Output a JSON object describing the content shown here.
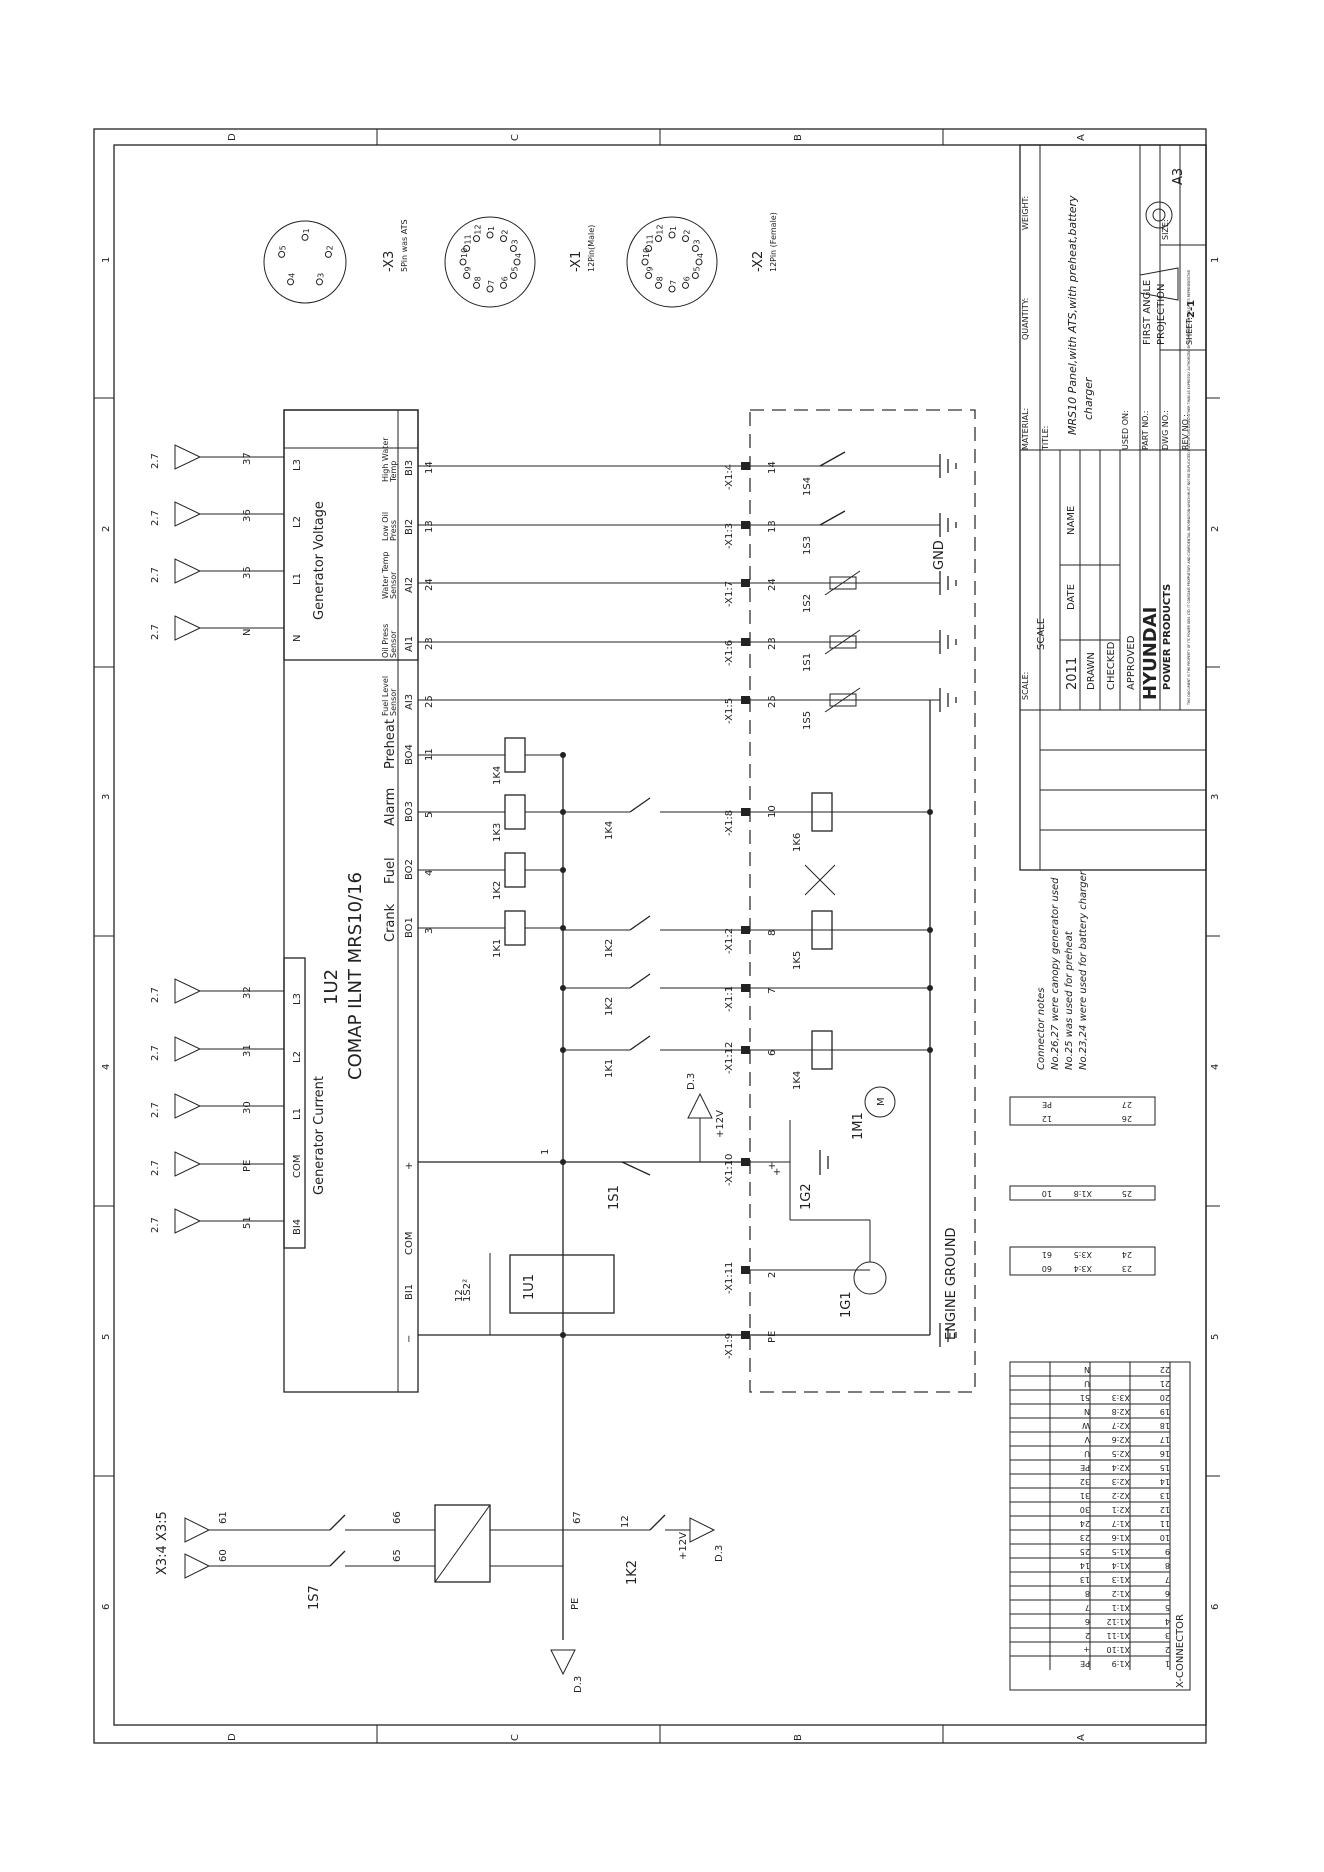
{
  "zones": {
    "rows": [
      "D",
      "C",
      "B",
      "A"
    ],
    "cols": [
      "1",
      "2",
      "3",
      "4",
      "5",
      "6"
    ]
  },
  "connectors": [
    {
      "ref": "-X3",
      "desc": "5Pin was ATS",
      "pins": [
        "1",
        "2",
        "3",
        "4",
        "5"
      ]
    },
    {
      "ref": "-X1",
      "desc": "12Pin(Male)",
      "pins": [
        "1",
        "2",
        "3",
        "4",
        "5",
        "6",
        "7",
        "8",
        "9",
        "10",
        "11",
        "12"
      ]
    },
    {
      "ref": "-X2",
      "desc": "12Pin (Female)",
      "pins": [
        "1",
        "2",
        "3",
        "4",
        "5",
        "6",
        "7",
        "8",
        "9",
        "10",
        "11",
        "12"
      ]
    }
  ],
  "controller": {
    "ref": "1U2",
    "model": "COMAP ILNT MRS10/16",
    "voltage_label": "Generator Voltage",
    "current_label": "Generator Current",
    "voltage_terms": [
      "N",
      "L1",
      "L2",
      "L3"
    ],
    "current_terms": [
      "BI4",
      "COM",
      "L1",
      "L2",
      "L3"
    ],
    "analog_inputs": [
      {
        "term": "AI3",
        "name": "Fuel Level Sensor",
        "wire": "25",
        "x": "-X1:5",
        "pin": "25",
        "device": "1S5"
      },
      {
        "term": "AI1",
        "name": "Oil Press Sensor",
        "wire": "23",
        "x": "-X1:6",
        "pin": "23",
        "device": "1S1"
      },
      {
        "term": "AI2",
        "name": "Water Temp Sensor",
        "wire": "24",
        "x": "-X1:7",
        "pin": "24",
        "device": "1S2"
      },
      {
        "term": "BI2",
        "name": "Low Oil Press",
        "wire": "13",
        "x": "-X1:3",
        "pin": "13",
        "device": "1S3"
      },
      {
        "term": "BI3",
        "name": "High Water Temp",
        "wire": "14",
        "x": "-X1:4",
        "pin": "14",
        "device": "1S4"
      }
    ],
    "outputs": [
      {
        "term": "BO1",
        "name": "Crank",
        "wire": "3",
        "relay": "1K1"
      },
      {
        "term": "BO2",
        "name": "Fuel",
        "wire": "4",
        "relay": "1K2"
      },
      {
        "term": "BO3",
        "name": "Alarm",
        "wire": "5",
        "relay": "1K3"
      },
      {
        "term": "BO4",
        "name": "Preheat",
        "wire": "11",
        "relay": "1K4"
      }
    ],
    "bottom_terms": [
      "+",
      "COM",
      "BI1",
      "−"
    ]
  },
  "voltage_arrows": [
    {
      "ref": "2.7",
      "wire": "N"
    },
    {
      "ref": "2.7",
      "wire": "35"
    },
    {
      "ref": "2.7",
      "wire": "36"
    },
    {
      "ref": "2.7",
      "wire": "37"
    }
  ],
  "current_arrows": [
    {
      "ref": "2.7",
      "wire": "51"
    },
    {
      "ref": "2.7",
      "wire": "PE"
    },
    {
      "ref": "2.7",
      "wire": "30"
    },
    {
      "ref": "2.7",
      "wire": "31"
    },
    {
      "ref": "2.7",
      "wire": "32"
    }
  ],
  "labels": {
    "gnd": "GND",
    "engine_ground": "ENGINE GROUND",
    "pe": "PE",
    "d3": "D.3",
    "plus12v": "+12V",
    "plus": "+",
    "one": "1",
    "supply_in": "X3:4 X3:5",
    "breaker": "1S7",
    "w60": "60",
    "w61": "61",
    "w65": "65",
    "w66": "66",
    "w67": "67",
    "k2": "1K2",
    "k2pin": "12",
    "ps": "1U1",
    "s1": "1S1",
    "s2": "1S2²",
    "bi1wire": "12",
    "g1": "1G1",
    "g2": "1G2",
    "m1": "1M1",
    "k4": "1K4",
    "k5": "1K5",
    "k6": "1K6",
    "k1s": "1K1",
    "k2s": "1K2",
    "k2b": "1K2",
    "k4s": "1K4",
    "x9": "-X1:9",
    "x11": "-X1:11",
    "x10": "-X1:10",
    "x12": "-X1:12",
    "x1": "-X1:1",
    "x2": "-X1:2",
    "x8": "-X1:8",
    "p2": "2",
    "p6": "6",
    "p7": "7",
    "p8": "8",
    "p10": "10"
  },
  "notes": [
    "Connector notes",
    "No.26,27 were canopy generator used",
    "No.25 was used for preheat",
    "No.23,24 were used for battery charger"
  ],
  "x_connector": {
    "title": "X-CONNECTOR",
    "rows": [
      [
        "1",
        "X1:9",
        "PE"
      ],
      [
        "2",
        "X1:10",
        "+"
      ],
      [
        "3",
        "X1:11",
        "2"
      ],
      [
        "4",
        "X1:12",
        "6"
      ],
      [
        "5",
        "X1:1",
        "7"
      ],
      [
        "6",
        "X1:2",
        "8"
      ],
      [
        "7",
        "X1:3",
        "13"
      ],
      [
        "8",
        "X1:4",
        "14"
      ],
      [
        "9",
        "X1:5",
        "25"
      ],
      [
        "10",
        "X1:6",
        "23"
      ],
      [
        "11",
        "X1:7",
        "24"
      ],
      [
        "12",
        "X2:1",
        "30"
      ],
      [
        "13",
        "X2:2",
        "31"
      ],
      [
        "14",
        "X2:3",
        "32"
      ],
      [
        "15",
        "X2:4",
        "PE"
      ],
      [
        "16",
        "X2:5",
        "U"
      ],
      [
        "17",
        "X2:6",
        "V"
      ],
      [
        "18",
        "X2:7",
        "W"
      ],
      [
        "19",
        "X2:8",
        "N"
      ],
      [
        "20",
        "X3:3",
        "51"
      ],
      [
        "21",
        "",
        "U"
      ],
      [
        "22",
        "",
        "N"
      ]
    ],
    "small_tables": [
      [
        [
          "23",
          "X3:4",
          "60"
        ],
        [
          "24",
          "X3:5",
          "61"
        ]
      ],
      [
        [
          "25",
          "X1:8",
          "10"
        ]
      ],
      [
        [
          "26",
          "",
          "12"
        ],
        [
          "27",
          "",
          "PE"
        ]
      ]
    ]
  },
  "title_block": {
    "scale_label": "SCALE:",
    "scale_title": "SCALE",
    "date_label": "DATE",
    "name_label": "NAME",
    "year": "2011",
    "drawn": "DRAWN",
    "checked": "CHECKED",
    "approved": "APPROVED",
    "company": "HYUNDAI",
    "division": "POWER PRODUCTS",
    "disclaimer": "THIS DOCUMENT IS THE PROPERTY OF ITC POWER GEN. LTD. IT CONTAINS PROPRIETARY AND CONFIDENTIAL INFORMATION WHICH MUST NOT BE DUPLICATED,USED OR DISCLOSED OTHER THAN AS EXPRESSLY AUTHORIZED BY ITC POWER GEN. LTD OR ITS REPRESENTATIVE",
    "material": "MATERIAL:",
    "quantity": "QUANTITY:",
    "weight": "WEIGHT:",
    "title_label": "TITLE:",
    "title_line1": "MRS10 Panel,with ATS,with preheat,battery",
    "title_line2": "charger",
    "used_on": "USED ON:",
    "part_no": "PART NO.:",
    "dwg_no": "DWG NO.:",
    "rev_no": "REV NO.:",
    "projection1": "FIRST ANGLE",
    "projection2": "PROJECTION",
    "size_label": "SIZE:",
    "size": "A3",
    "sheet_label": "SHEET:",
    "sheet": "2-1"
  }
}
